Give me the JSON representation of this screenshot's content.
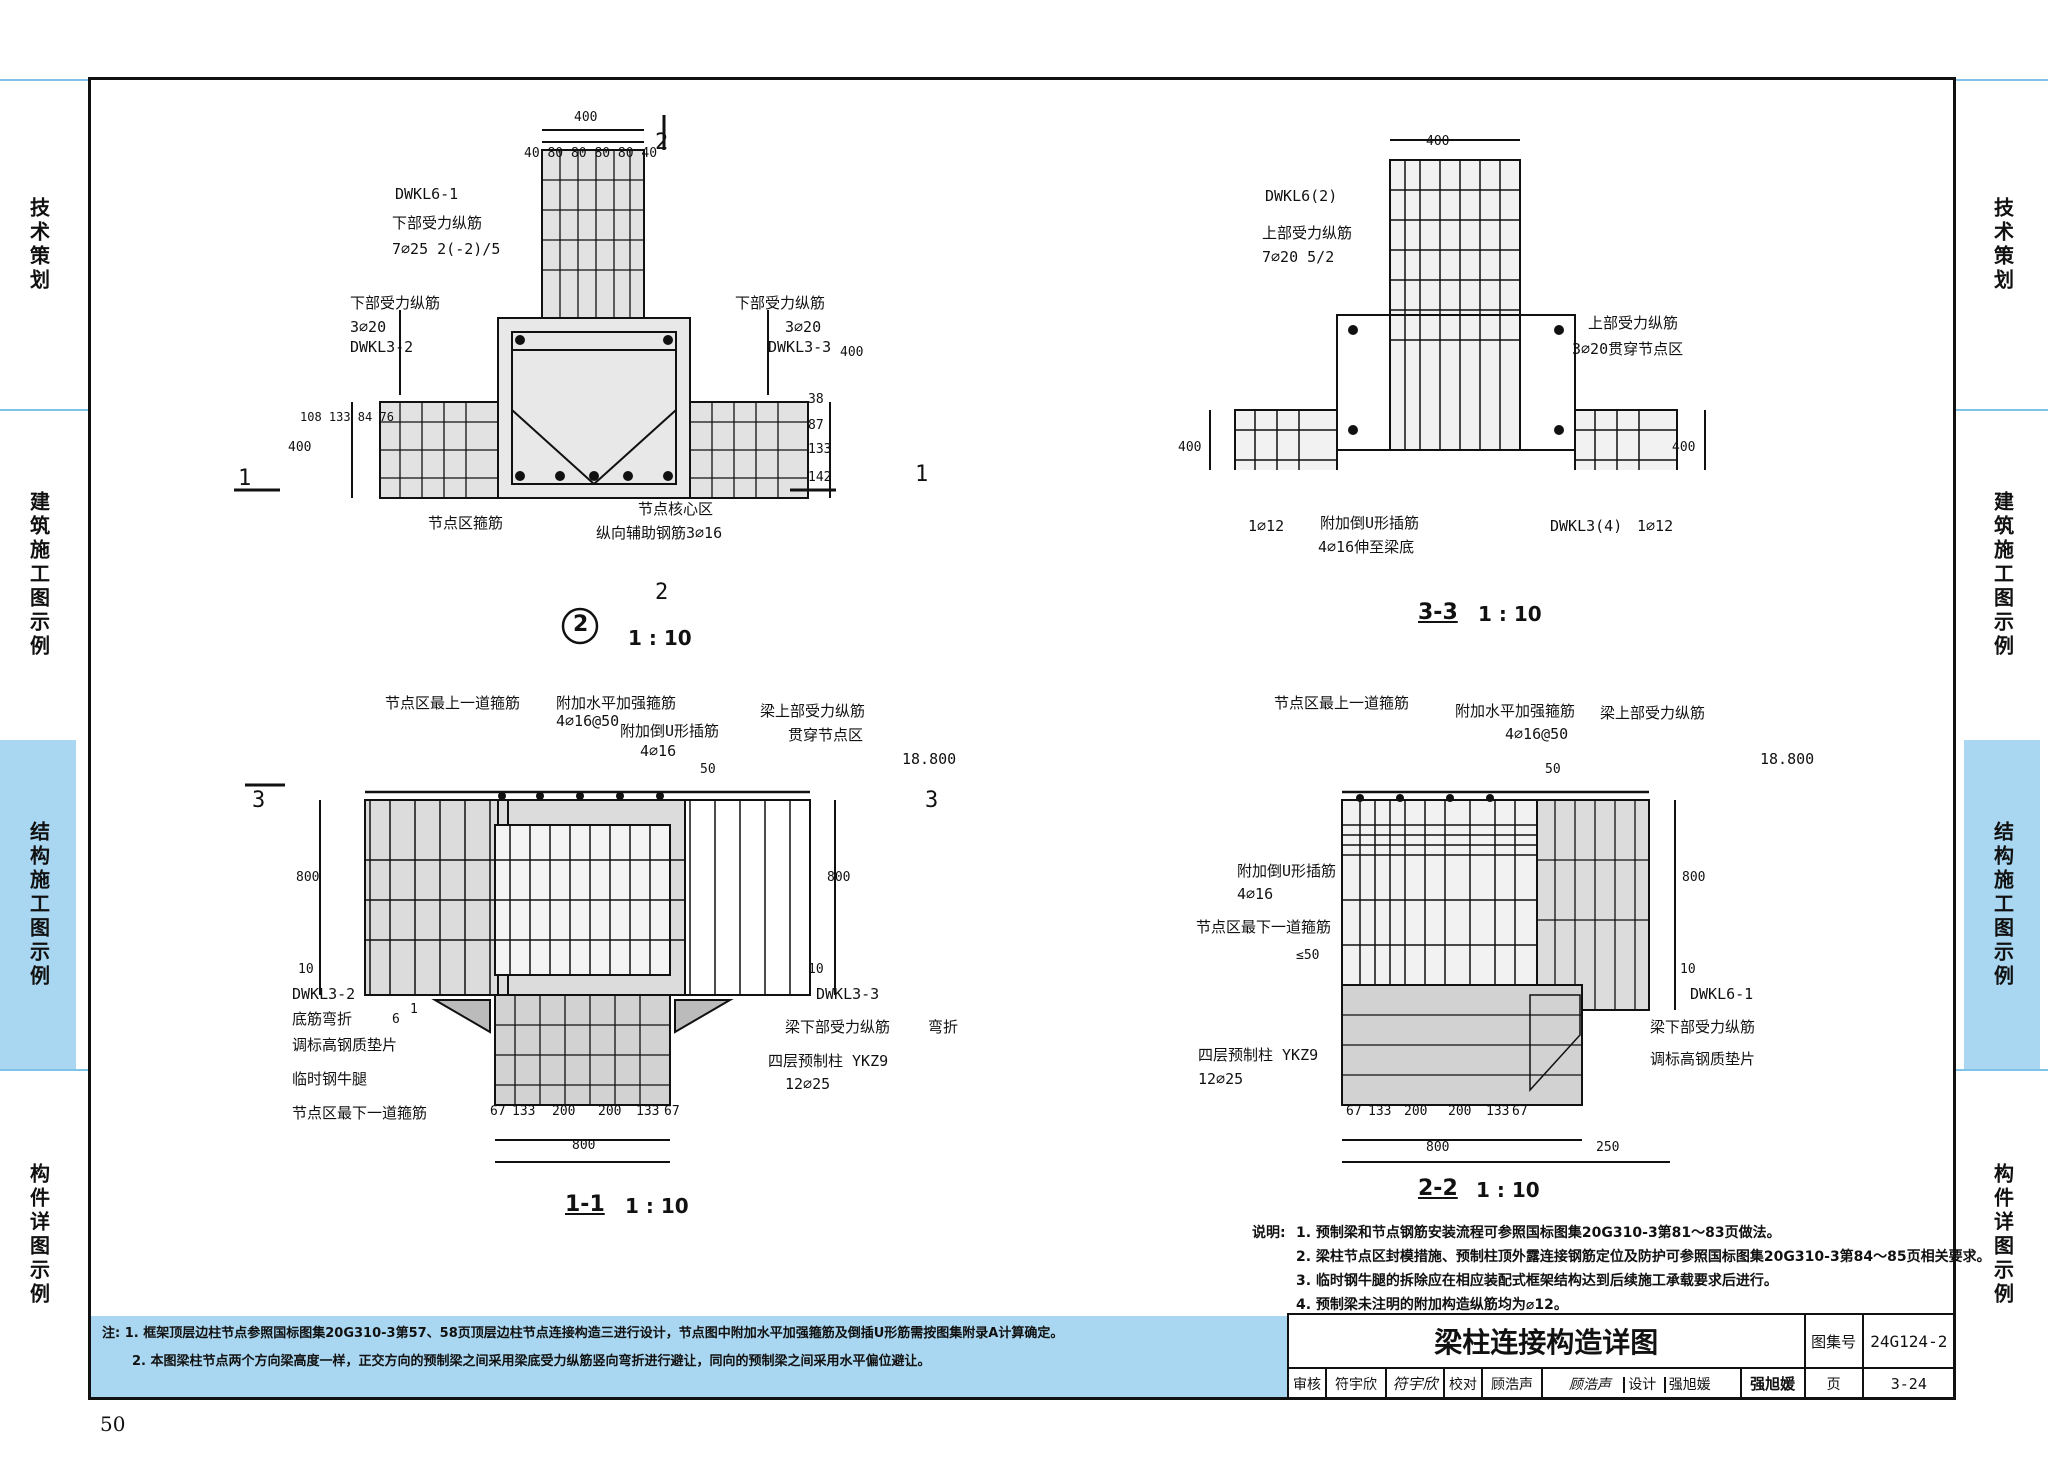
{
  "side_tabs": [
    "技术策划",
    "建筑施工图示例",
    "结构施工图示例",
    "构件详图示例"
  ],
  "active_tab_index": 2,
  "colors": {
    "accent": "#a9d6f0",
    "line": "#111111",
    "hatch": "#d9d9d9"
  },
  "views": {
    "v2": {
      "title_num": "2",
      "scale": "1 : 10",
      "labels": {
        "dwkl6": "DWKL6-1",
        "bottom1": "下部受力纵筋",
        "bottom1_spec": "7⌀25 2(-2)/5",
        "left_head": "下部受力纵筋",
        "left_spec": "3⌀20",
        "left_beam": "DWKL3-2",
        "right_head": "下部受力纵筋",
        "right_spec": "3⌀20",
        "right_beam": "DWKL3-3",
        "stirrup": "节点区箍筋",
        "core": "节点核心区",
        "aux": "纵向辅助钢筋3⌀16",
        "sec1": "1",
        "sec2": "2"
      },
      "dims": {
        "top": "400",
        "top_sub": "40 80 80 80 80 40",
        "r400": "400",
        "l400": "400",
        "l_stack": "108 133 84 76",
        "r_stack_a": "38",
        "r_stack_b": "87",
        "r_stack_c": "133",
        "r_stack_d": "142"
      }
    },
    "v33": {
      "title_num": "3-3",
      "scale": "1 : 10",
      "labels": {
        "dwkl6": "DWKL6(2)",
        "top_head": "上部受力纵筋",
        "top_spec": "7⌀20 5/2",
        "r_head": "上部受力纵筋",
        "r_spec": "3⌀20贯穿节点区",
        "l_bar": "1⌀12",
        "u_head": "附加倒U形插筋",
        "u_spec": "4⌀16伸至梁底",
        "r_beam": "DWKL3(4)",
        "r_bar": "1⌀12"
      },
      "dims": {
        "top": "400",
        "left": "400",
        "right": "400"
      }
    },
    "v11": {
      "title_num": "1-1",
      "scale": "1 : 10",
      "labels": {
        "top_stirrup": "节点区最上一道箍筋",
        "h_stirrup": "附加水平加强箍筋",
        "h_spec": "4⌀16@50",
        "u_head": "附加倒U形插筋",
        "u_spec": "4⌀16",
        "beam_top": "梁上部受力纵筋",
        "beam_top2": "贯穿节点区",
        "elev": "18.800",
        "sec3": "3",
        "dwkl32": "DWKL3-2",
        "dwkl33": "DWKL3-3",
        "bend": "底筋弯折",
        "ratio": "1",
        "ratio6": "6",
        "shim": "调标高钢质垫片",
        "bracket": "临时钢牛腿",
        "bottom_stirrup": "节点区最下一道箍筋",
        "beam_bottom": "梁下部受力纵筋",
        "bend2": "弯折",
        "col": "四层预制柱 YKZ9",
        "col_spec": "12⌀25"
      },
      "dims": {
        "h800l": "800",
        "h800r": "800",
        "h10l": "10",
        "h10r": "10",
        "d50": "50",
        "bottom": [
          "67",
          "133",
          "200",
          "200",
          "133",
          "67"
        ],
        "total": "800"
      }
    },
    "v22": {
      "title_num": "2-2",
      "scale": "1 : 10",
      "labels": {
        "top_stirrup": "节点区最上一道箍筋",
        "h_stirrup": "附加水平加强箍筋",
        "h_spec": "4⌀16@50",
        "beam_top": "梁上部受力纵筋",
        "elev": "18.800",
        "u_head": "附加倒U形插筋",
        "u_spec": "4⌀16",
        "bottom_stirrup": "节点区最下一道箍筋",
        "d_lt50": "≤50",
        "dwkl61": "DWKL6-1",
        "beam_bottom": "梁下部受力纵筋",
        "shim": "调标高钢质垫片",
        "col": "四层预制柱 YKZ9",
        "col_spec": "12⌀25"
      },
      "dims": {
        "h800": "800",
        "h10": "10",
        "d50": "50",
        "bottom": [
          "67",
          "133",
          "200",
          "200",
          "133",
          "67"
        ],
        "total": "800",
        "right": "250"
      }
    }
  },
  "description": {
    "head": "说明:",
    "lines": [
      "1. 预制梁和节点钢筋安装流程可参照国标图集20G310-3第81～83页做法。",
      "2. 梁柱节点区封模措施、预制柱顶外露连接钢筋定位及防护可参照国标图集20G310-3第84～85页相关要求。",
      "3. 临时钢牛腿的拆除应在相应装配式框架结构达到后续施工承载要求后进行。",
      "4. 预制梁未注明的附加构造纵筋均为⌀12。"
    ]
  },
  "notes": {
    "lines": [
      "注: 1. 框架顶层边柱节点参照国标图集20G310-3第57、58页顶层边柱节点连接构造三进行设计，节点图中附加水平加强箍筋及倒插U形筋需按图集附录A计算确定。",
      "2. 本图梁柱节点两个方向梁高度一样，正交方向的预制梁之间采用梁底受力纵筋竖向弯折进行避让，同向的预制梁之间采用水平偏位避让。"
    ]
  },
  "title_block": {
    "title": "梁柱连接构造详图",
    "atlas_label": "图集号",
    "atlas_no": "24G124-2",
    "review": "审核",
    "reviewer": "符宇欣",
    "reviewer_sig": "符宇欣",
    "check": "校对",
    "checker": "顾浩声",
    "checker_sig": "顾浩声",
    "design": "设计",
    "designer": "强旭媛",
    "designer_sig": "强旭媛",
    "page_label": "页",
    "page_no": "3-24"
  },
  "page_number": "50"
}
